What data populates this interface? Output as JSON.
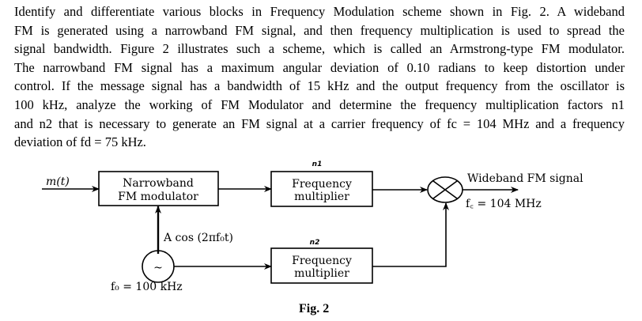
{
  "question": {
    "lines": [
      "Identify and differentiate various blocks in Frequency Modulation scheme shown in Fig. 2. A wideband",
      "FM is generated using a narrowband FM signal, and then frequency multiplication is used to spread the",
      "signal bandwidth. Figure 2 illustrates such a scheme, which is called an Armstrong-type FM modulator.",
      "The narrowband FM signal has a maximum angular deviation of 0.10 radians to keep distortion under",
      "control.  If the message signal has a bandwidth of 15 kHz and the output frequency from the oscillator is",
      "100 kHz, analyze the working of FM Modulator and determine the frequency multiplication factors n1",
      "and n2  that is necessary to generate an FM signal at a carrier frequency of fc = 104 MHz and a frequency",
      "deviation of fd = 75 kHz."
    ]
  },
  "diagram": {
    "input_label": "m(t)",
    "nbfm_box": [
      "Narrowband",
      "FM modulator"
    ],
    "multiplier1": {
      "factor": "n1",
      "lines": [
        "Frequency",
        "multiplier"
      ]
    },
    "multiplier2": {
      "factor": "n2",
      "lines": [
        "Frequency",
        "multiplier"
      ]
    },
    "carrier_label": "A cos (2πf₀t)",
    "oscillator_symbol": "~",
    "oscillator_freq": "f₀ = 100 kHz",
    "output_label": "Wideband FM signal",
    "output_freq": "f꜀ = 104 MHz",
    "caption": "Fig. 2"
  }
}
